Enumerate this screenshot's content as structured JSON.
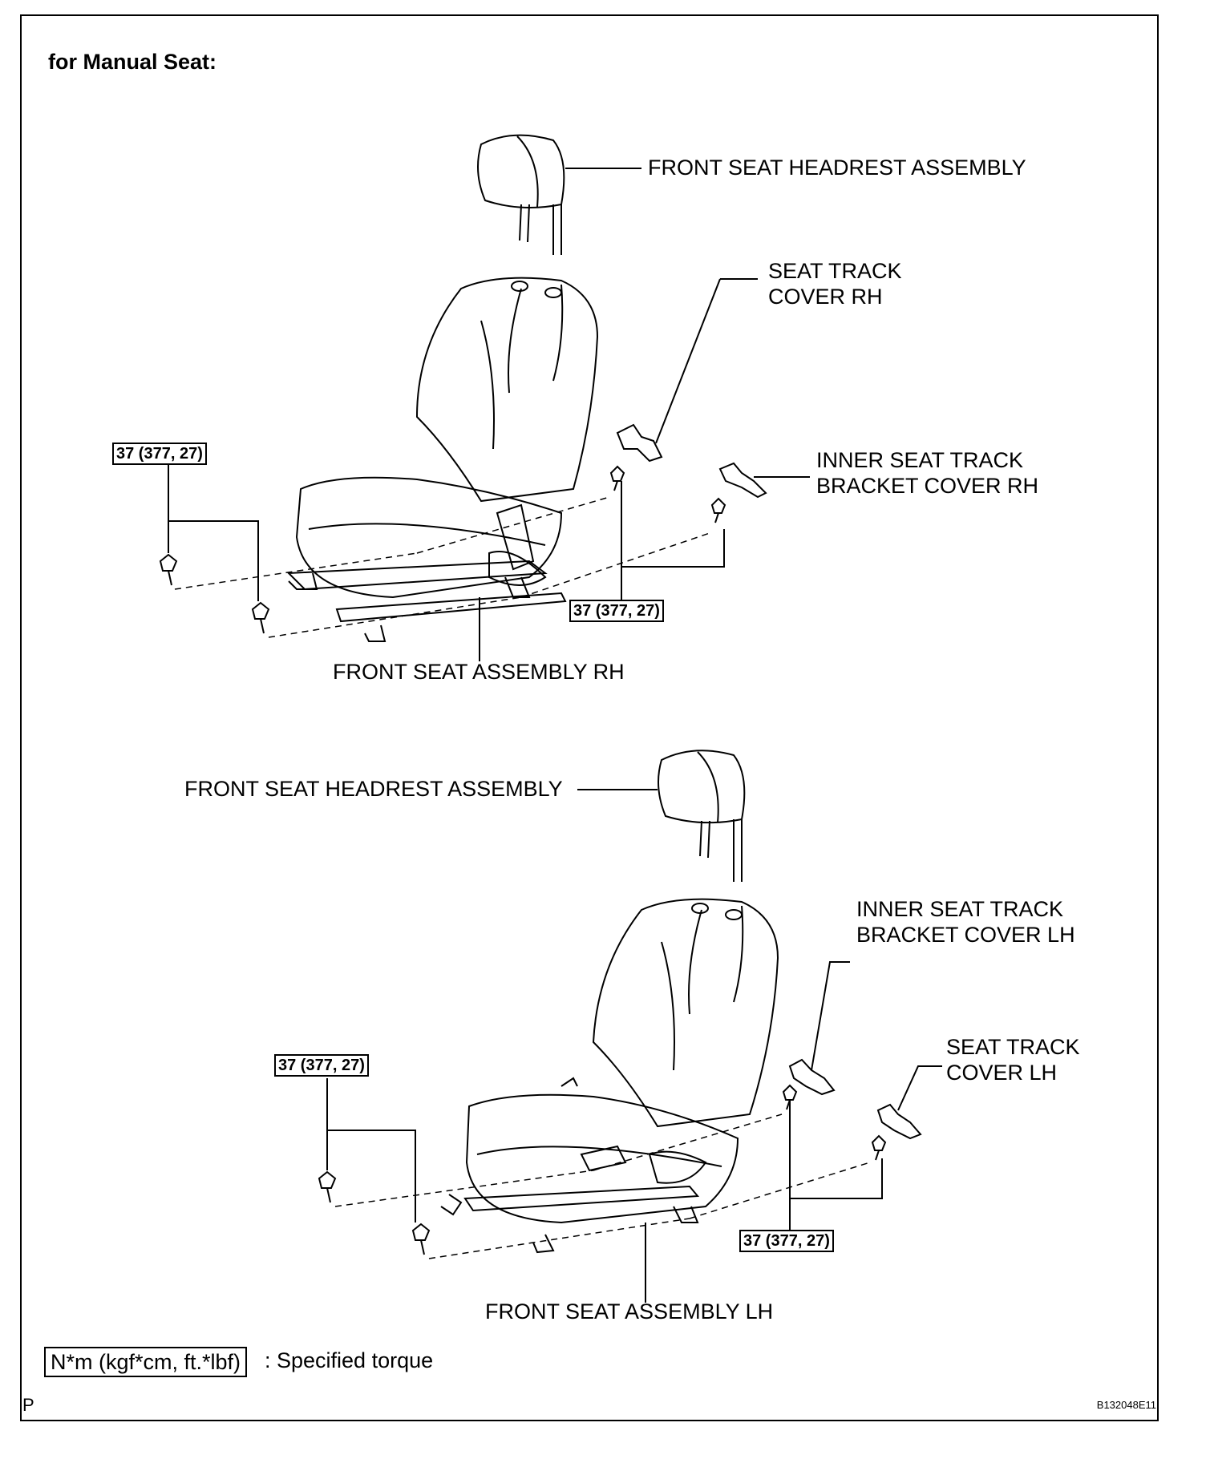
{
  "title": "for Manual Seat:",
  "rh": {
    "headrest_label": "FRONT SEAT HEADREST ASSEMBLY",
    "track_cover_label": "SEAT TRACK\nCOVER RH",
    "inner_bracket_label": "INNER SEAT TRACK\nBRACKET COVER RH",
    "seat_label": "FRONT SEAT ASSEMBLY RH",
    "torque_left": "37 (377, 27)",
    "torque_right": "37 (377, 27)"
  },
  "lh": {
    "headrest_label": "FRONT SEAT HEADREST ASSEMBLY",
    "inner_bracket_label": "INNER SEAT TRACK\nBRACKET COVER LH",
    "track_cover_label": "SEAT TRACK\nCOVER LH",
    "seat_label": "FRONT SEAT ASSEMBLY LH",
    "torque_left": "37 (377, 27)",
    "torque_right": "37 (377, 27)"
  },
  "legend": {
    "unit_box": "N*m (kgf*cm, ft.*lbf)",
    "description": ": Specified torque"
  },
  "corner_mark": "P",
  "figure_code": "B132048E11"
}
